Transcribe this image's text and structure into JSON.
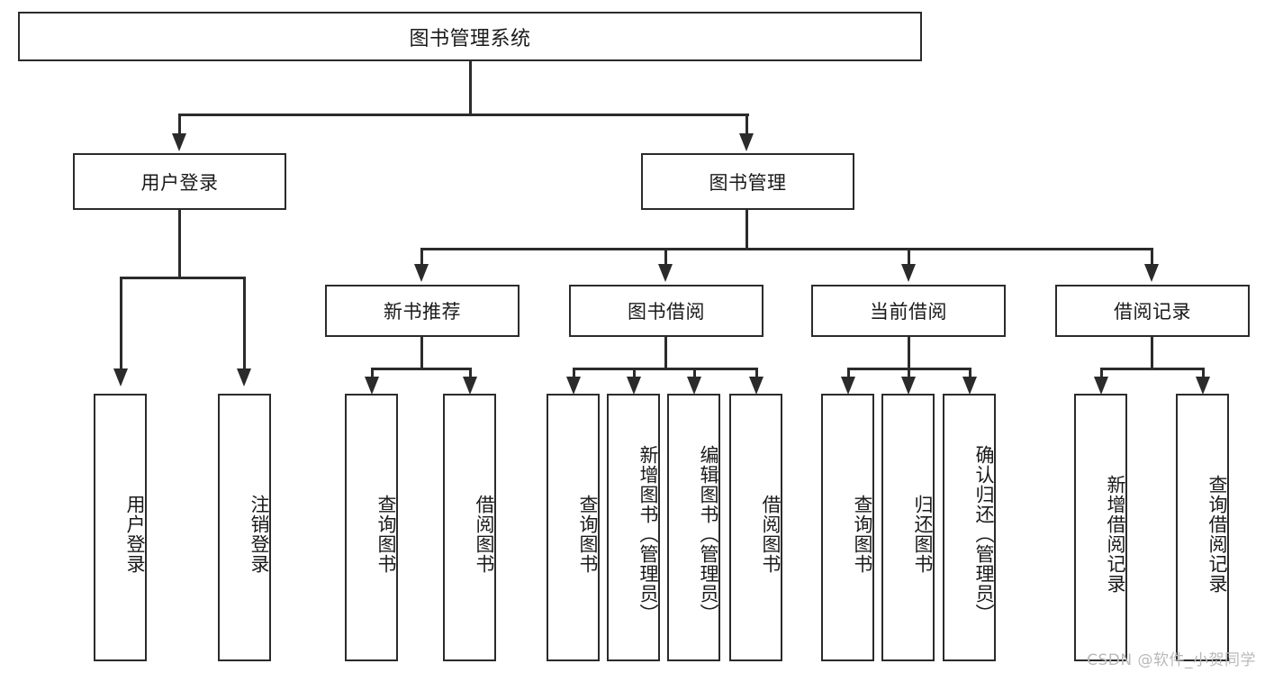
{
  "diagram": {
    "title": "图书管理系统",
    "type": "tree-hierarchy-chart",
    "watermark": "CSDN @软件_小贺同学",
    "colors": {
      "stroke": "#2b2b2b",
      "fill": "#ffffff",
      "text": "#1a1a1a",
      "watermark": "#b9b9b9"
    },
    "root": {
      "label": "图书管理系统"
    },
    "level2": [
      {
        "id": "user-login",
        "label": "用户登录"
      },
      {
        "id": "book-management",
        "label": "图书管理"
      }
    ],
    "level3": [
      {
        "id": "new-book-recommend",
        "label": "新书推荐"
      },
      {
        "id": "book-borrow",
        "label": "图书借阅"
      },
      {
        "id": "current-borrow",
        "label": "当前借阅"
      },
      {
        "id": "borrow-record",
        "label": "借阅记录"
      }
    ],
    "leaves": {
      "user_login": [
        {
          "id": "leaf-user-login",
          "label": "用户登录"
        },
        {
          "id": "leaf-logout",
          "label": "注销登录"
        }
      ],
      "new_book_recommend": [
        {
          "id": "leaf-query-book-1",
          "label": "查询图书"
        },
        {
          "id": "leaf-borrow-book-1",
          "label": "借阅图书"
        }
      ],
      "book_borrow": [
        {
          "id": "leaf-query-book-2",
          "label": "查询图书"
        },
        {
          "id": "leaf-add-book",
          "label": "新增图书（管理员）"
        },
        {
          "id": "leaf-edit-book",
          "label": "编辑图书（管理员）"
        },
        {
          "id": "leaf-borrow-book-2",
          "label": "借阅图书"
        }
      ],
      "current_borrow": [
        {
          "id": "leaf-query-book-3",
          "label": "查询图书"
        },
        {
          "id": "leaf-return-book",
          "label": "归还图书"
        },
        {
          "id": "leaf-confirm-return",
          "label": "确认归还（管理员）"
        }
      ],
      "borrow_record": [
        {
          "id": "leaf-add-record",
          "label": "新增借阅记录"
        },
        {
          "id": "leaf-query-record",
          "label": "查询借阅记录"
        }
      ]
    }
  }
}
